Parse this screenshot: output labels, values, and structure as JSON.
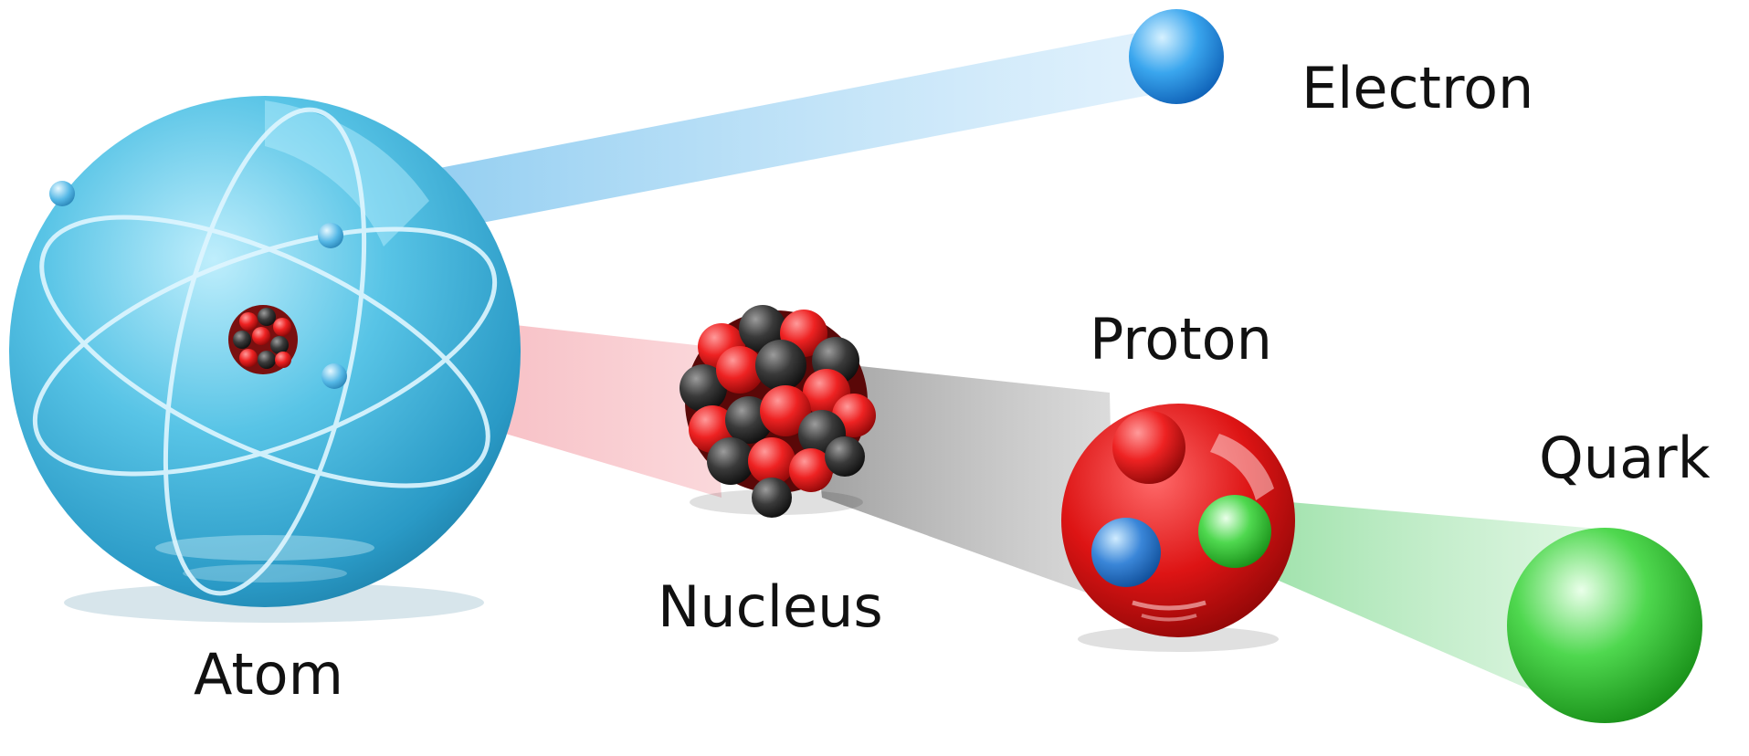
{
  "labels": {
    "atom": "Atom",
    "nucleus": "Nucleus",
    "proton": "Proton",
    "quark": "Quark",
    "electron": "Electron"
  },
  "colors": {
    "atom": "#3fb2d8",
    "electron": "#2a93e0",
    "proton_red": "#e01818",
    "nucleus_dark": "#2c2c2c",
    "quark_green": "#35c635",
    "quark_blue": "#3a86d8"
  }
}
